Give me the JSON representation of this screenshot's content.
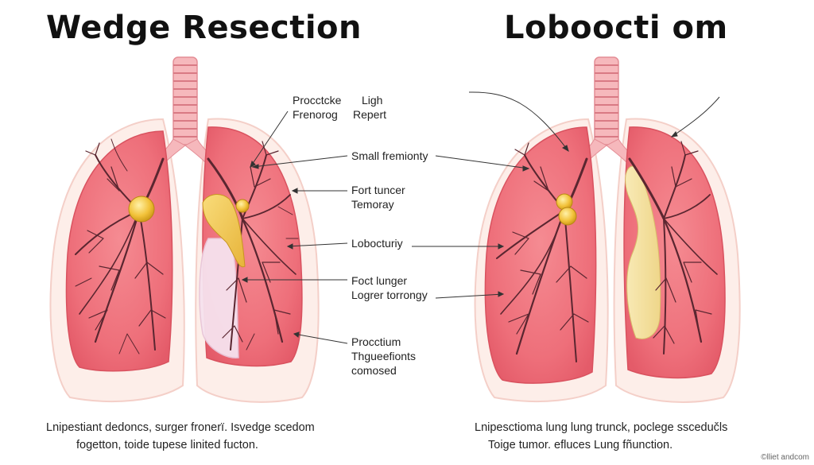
{
  "titles": {
    "left": "Wedge Resection",
    "right": "Loboocti om"
  },
  "labels": {
    "l1a": "Procctcke",
    "l1b": "Ligh",
    "l2a": "Frenorog",
    "l2b": "Repert",
    "l3": "Small fremionty",
    "l4a": "Fort tuncer",
    "l4b": "Temoray",
    "l5": "Lobocturiy",
    "l6a": "Foct lunger",
    "l6b": "Logrer torrongy",
    "l7a": "Procctium",
    "l7b": "Thgueefionts",
    "l7c": "comosed"
  },
  "captions": {
    "left_line1": "Lnipestiant dedoncs, surger fronerï. Isvedge scedom",
    "left_line2": "fogetton, toide tupese linited fucton.",
    "right_line1": "Lnipesctioma lung lung trunck, poclege sscedučls",
    "right_line2": "Toige tumor. efluces Lung fñunction."
  },
  "watermark": "©lliet andcom",
  "colors": {
    "lung": "#f07c84",
    "lung_light": "#fbd6d6",
    "pleura": "#fdeae6",
    "airway": "#5a2630",
    "tumor": "#f2c23a",
    "resection": "#f6e3a6"
  }
}
